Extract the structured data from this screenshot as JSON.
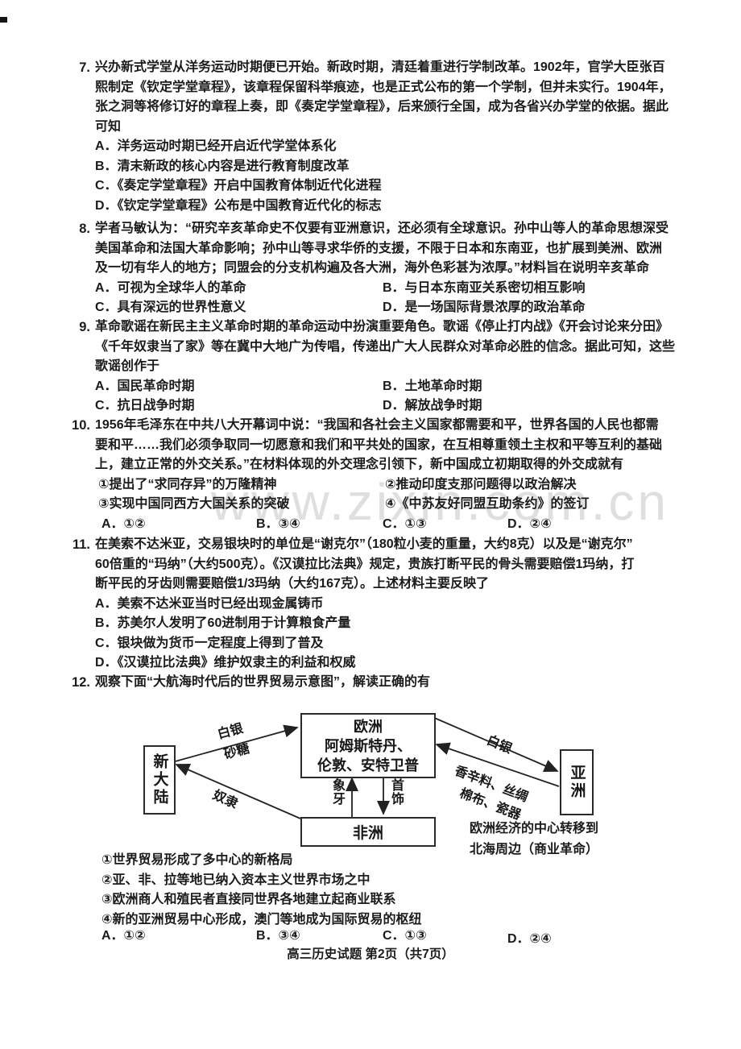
{
  "page": {
    "footer": "高三历史试题 第2页（共7页）",
    "watermark": "www.zixin.com.cn"
  },
  "questions": [
    {
      "number": "7.",
      "stem_lines": [
        "兴办新式学堂从洋务运动时期便已开始。新政时期，清廷着重进行学制改革。1902年，官学大臣张百",
        "熙制定《钦定学堂章程》，该章程保留科举痕迹，也是正式公布的第一个学制，但并未实行。1904年，",
        "张之洞等将修订好的章程上奏，即《奏定学堂章程》，后来颁行全国，成为各省兴办学堂的依据。据此",
        "可知"
      ],
      "options": [
        "A．洋务运动时期已经开启近代学堂体系化",
        "B．清末新政的核心内容是进行教育制度改革",
        "C．《奏定学堂章程》开启中国教育体制近代化进程",
        "D．《钦定学堂章程》公布是中国教育近代化的标志"
      ]
    },
    {
      "number": "8.",
      "stem_lines": [
        "学者马敏认为：“研究辛亥革命史不仅要有亚洲意识，还必须有全球意识。孙中山等人的革命思想深受",
        "美国革命和法国大革命影响；孙中山等寻求华侨的支援，不限于日本和东南亚，也扩展到美洲、欧洲",
        "及一切有华人的地方；同盟会的分支机构遍及各大洲，海外色彩甚为浓厚。”材料旨在说明辛亥革命"
      ],
      "options": [
        "A．可视为全球华人的革命",
        "B．与日本东南亚关系密切相互影响",
        "C．具有深远的世界性意义",
        "D．是一场国际背景浓厚的政治革命"
      ]
    },
    {
      "number": "9.",
      "stem_lines": [
        "革命歌谣在新民主主义革命时期的革命运动中扮演重要角色。歌谣《停止打内战》《开会讨论来分田》",
        "《千年奴隶当了家》等在冀中大地广为传唱，传递出广大人民群众对革命必胜的信念。据此可知，这些",
        "歌谣创作于"
      ],
      "options": [
        "A．国民革命时期",
        "B．土地革命时期",
        "C．抗日战争时期",
        "D．解放战争时期"
      ]
    },
    {
      "number": "10.",
      "stem_lines": [
        "1956年毛泽东在中共八大开幕词中说：“我国和各社会主义国家都需要和平，世界各国的人民也都需",
        "要和平……我们必须争取同一切愿意和我们和平共处的国家，在互相尊重领土主权和平等互利的基础",
        "上，建立正常的外交关系。”在材料体现的外交理念引领下，新中国成立初期取得的外交成就有"
      ],
      "items": [
        "①提出了“求同存异”的万隆精神",
        "②推动印度支那问题得以政治解决",
        "③实现中国同西方大国关系的突破",
        "④《中苏友好同盟互助条约》的签订"
      ],
      "answers": [
        "A．①②",
        "B．③④",
        "C．①③",
        "D．②④"
      ]
    },
    {
      "number": "11.",
      "stem_lines": [
        "在美索不达米亚，交易银块时的单位是“谢克尔”（180粒小麦的重量，大约8克）以及是“谢克尔”",
        "60倍重的“玛纳”（大约500克）。《汉谟拉比法典》规定，贵族打断平民的骨头需要赔偿1玛纳，打",
        "断平民的牙齿则需要赔偿1/3玛纳（大约167克）。上述材料主要反映了"
      ],
      "options": [
        "A．美索不达米亚当时已经出现金属铸币",
        "B．苏美尔人发明了60进制用于计算粮食产量",
        "C．银块做为货币一定程度上得到了普及",
        "D．《汉谟拉比法典》维护奴隶主的利益和权威"
      ]
    },
    {
      "number": "12.",
      "stem_lines": [
        "观察下面“大航海时代后的世界贸易示意图”，解读正确的有"
      ],
      "items": [
        "①世界贸易形成了多中心的新格局",
        "②亚、非、拉等地已纳入资本主义世界市场之中",
        "③欧洲商人和殖民者直接同世界各地建立起商业联系",
        "④新的亚洲贸易中心形成，澳门等地成为国际贸易的枢纽"
      ],
      "answers": [
        "A．①②",
        "B．③④",
        "C．①③",
        "D．②④"
      ]
    }
  ],
  "diagram": {
    "boxes": {
      "europe_line1": "欧洲",
      "europe_line2": "阿姆斯特丹、",
      "europe_line3": "伦敦、安特卫普",
      "new_world": "新大陆",
      "asia": "亚洲",
      "africa": "非洲"
    },
    "flows": {
      "silver_west": "白银",
      "sugar": "砂糖",
      "slaves": "奴隶",
      "silver_east": "白银",
      "spices_silk": "香辛料、丝绸",
      "cotton_porcelain": "棉布、瓷器",
      "ivory": "象牙",
      "jewelry": "首饰"
    },
    "note_line1": "欧洲经济的中心转移到",
    "note_line2": "北海周边（商业革命）"
  }
}
